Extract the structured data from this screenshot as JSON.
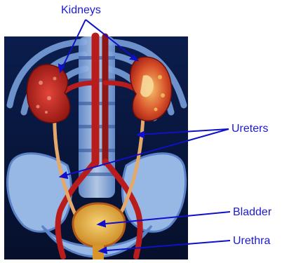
{
  "diagram": {
    "labels": {
      "kidneys": "Kidneys",
      "ureters": "Ureters",
      "bladder": "Bladder",
      "urethra": "Urethra"
    },
    "colors": {
      "label_text": "#1a1ad6",
      "pointer_line": "#1010c8",
      "background": "#0a1a44",
      "bone": "#a9c6ef",
      "kidney": "#c8221b",
      "vessel": "#b81c1c",
      "ureter": "#e3a86a",
      "bladder": "#e8b23d"
    },
    "icons": [
      "kidney-illustration",
      "skeleton-illustration",
      "bladder-illustration"
    ]
  }
}
